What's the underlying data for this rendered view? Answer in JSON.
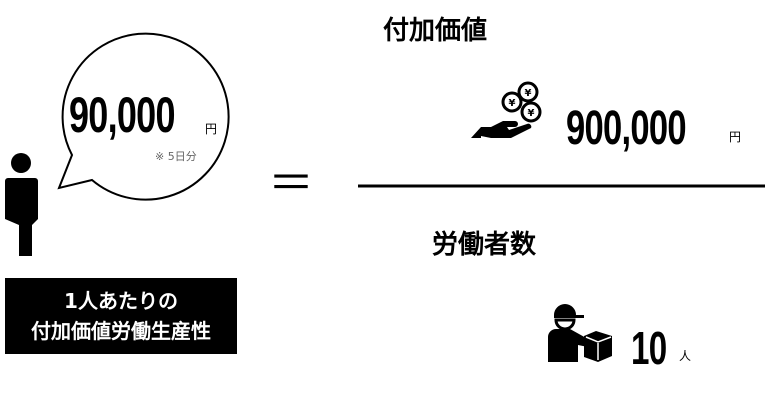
{
  "per_person": {
    "value": "90,000",
    "unit": "円",
    "note": "※ 5日分"
  },
  "label": {
    "line1": "1人あたりの",
    "line2": "付加価値労働生産性"
  },
  "equals": "＝",
  "numerator": {
    "title": "付加価値",
    "value": "900,000",
    "unit": "円",
    "icon": "yen-coins-hand-icon"
  },
  "denominator": {
    "title": "労働者数",
    "value": "10",
    "unit": "人",
    "icon": "delivery-worker-icon"
  }
}
